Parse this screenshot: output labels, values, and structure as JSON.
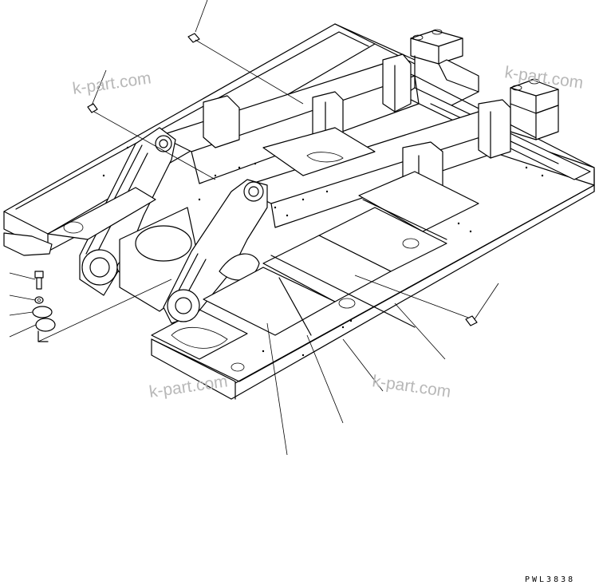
{
  "drawing_code": "PWL3838",
  "watermarks": [
    "k-part.com",
    "k-part.com",
    "k-part.com",
    "k-part.com"
  ],
  "icons": {
    "frame": "excavator-revolving-frame",
    "bolt": "bolt-icon",
    "washer": "washer-icon",
    "cap": "cap-icon",
    "plug": "plug-icon"
  }
}
